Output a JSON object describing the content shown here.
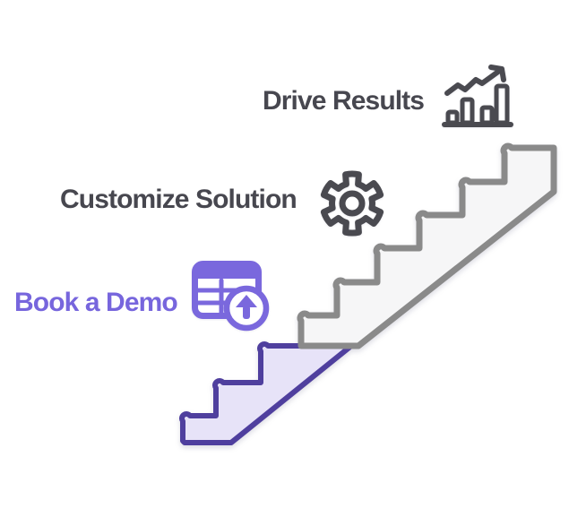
{
  "diagram": {
    "type": "staircase-process",
    "steps": [
      {
        "label": "Book a Demo",
        "icon": "database-upload-icon",
        "text_color": "#7766dd",
        "stair_section": "purple"
      },
      {
        "label": "Customize Solution",
        "icon": "gear-icon",
        "text_color": "#47474f",
        "stair_section": "gray"
      },
      {
        "label": "Drive Results",
        "icon": "bar-chart-icon",
        "text_color": "#47474f",
        "stair_section": "gray"
      }
    ],
    "colors": {
      "background": "#ffffff",
      "accent_purple": "#7a68dd",
      "stair_purple_stroke": "#4f3f9e",
      "stair_purple_fill": "#e7e3f8",
      "stair_gray_stroke": "#8a8a8a",
      "stair_gray_fill": "#f6f6f7",
      "dark_icon": "#4a4a50",
      "badge_fill": "#ffffff"
    }
  }
}
